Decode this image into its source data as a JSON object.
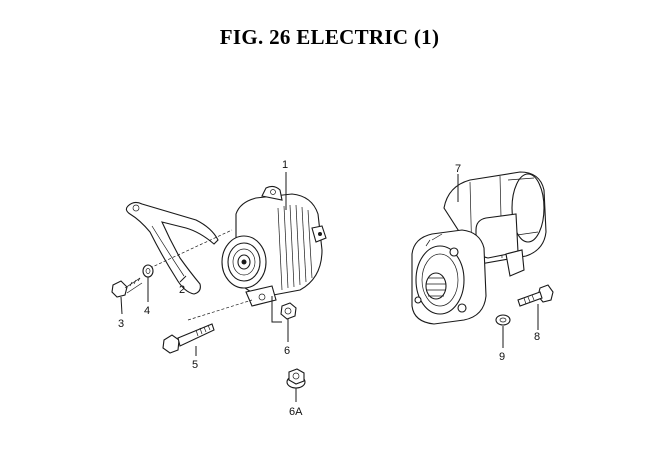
{
  "figure": {
    "title": "FIG. 26  ELECTRIC (1)"
  },
  "callouts": {
    "p1": "1",
    "p2": "2",
    "p3": "3",
    "p4": "4",
    "p5": "5",
    "p6": "6",
    "p6a": "6A",
    "p7": "7",
    "p8": "8",
    "p9": "9"
  },
  "parts": [
    {
      "ref": "1",
      "item": "alternator"
    },
    {
      "ref": "2",
      "item": "adjusting-bracket"
    },
    {
      "ref": "3",
      "item": "bolt"
    },
    {
      "ref": "4",
      "item": "washer"
    },
    {
      "ref": "5",
      "item": "bolt"
    },
    {
      "ref": "6",
      "item": "nut"
    },
    {
      "ref": "6A",
      "item": "nut"
    },
    {
      "ref": "7",
      "item": "starter-motor"
    },
    {
      "ref": "8",
      "item": "bolt"
    },
    {
      "ref": "9",
      "item": "washer"
    }
  ]
}
